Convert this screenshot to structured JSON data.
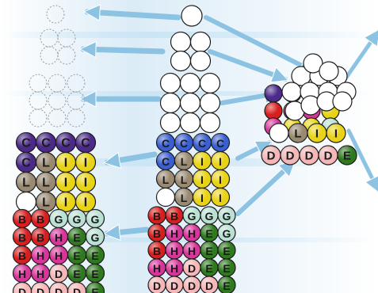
{
  "colors": {
    "C": "#3a5fd0",
    "C_dark": "#4b2a8a",
    "L": "#9a8a72",
    "I": "#e8d317",
    "B": "#d81f1f",
    "H": "#d8359a",
    "G": "#b9e0d2",
    "E": "#2f7a1e",
    "D": "#f4b6b6",
    "D_dark": "#e88a7a",
    "white": "#ffffff",
    "arrow": "#8cc3e3"
  },
  "left": {
    "group1": [
      [
        "C",
        "C",
        "C",
        "C"
      ],
      [
        "C",
        "L",
        "I",
        "I"
      ],
      [
        "L",
        "L",
        "I",
        "I"
      ],
      [
        "",
        "L",
        "I",
        "I"
      ]
    ],
    "group2": [
      [
        "B",
        "B",
        "G",
        "G",
        "G"
      ],
      [
        "B",
        "B",
        "H",
        "E",
        "G"
      ],
      [
        "B",
        "H",
        "H",
        "E",
        "E"
      ],
      [
        "H",
        "H",
        "D",
        "E",
        "E"
      ],
      [
        "D",
        "D",
        "D",
        "D",
        "E"
      ]
    ]
  },
  "middle": {
    "group1": [
      [
        "C",
        "C",
        "C",
        "C"
      ],
      [
        "C",
        "L",
        "I",
        "I"
      ],
      [
        "L",
        "L",
        "I",
        "I"
      ],
      [
        "",
        "L",
        "I",
        "I"
      ]
    ],
    "group2": [
      [
        "B",
        "B",
        "G",
        "G",
        "G"
      ],
      [
        "B",
        "H",
        "H",
        "E",
        "G"
      ],
      [
        "B",
        "H",
        "H",
        "E",
        "E"
      ],
      [
        "H",
        "H",
        "D",
        "E",
        "E"
      ],
      [
        "D",
        "D",
        "D",
        "D",
        "E"
      ]
    ]
  },
  "right_block_front_rows": [
    [
      "",
      "L",
      "I",
      "I"
    ],
    [
      "D",
      "D",
      "D",
      "D",
      "E"
    ]
  ]
}
